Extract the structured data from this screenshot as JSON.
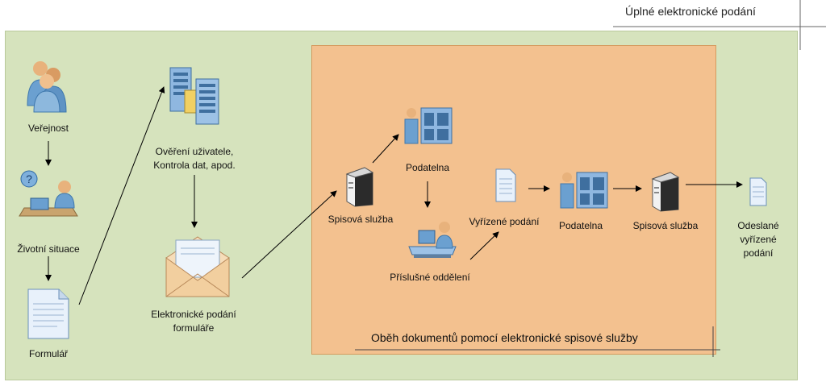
{
  "header": {
    "title": "Úplné elektronické podání"
  },
  "nodes": {
    "verejnost": "Veřejnost",
    "zivotni_situace": "Životní situace",
    "formular": "Formulář",
    "overeni_line1": "Ověření uživatele,",
    "overeni_line2": "Kontrola dat, apod.",
    "el_podani_line1": "Elektronické podání",
    "el_podani_line2": "formuláře",
    "spisova_sluzba_1": "Spisová služba",
    "podatelna_1": "Podatelna",
    "prislusne_oddeleni": "Příslušné oddělení",
    "vyrizene_podani": "Vyřízené podání",
    "podatelna_2": "Podatelna",
    "spisova_sluzba_2": "Spisová služba",
    "odeslane_line1": "Odeslané",
    "odeslane_line2": "vyřízené",
    "odeslane_line3": "podání"
  },
  "caption": "Oběh dokumentů pomocí elektronické spisové služby",
  "icons": [
    "users-icon",
    "helpdesk-person-icon",
    "document-icon",
    "server-rack-icon",
    "envelope-icon",
    "server-icon",
    "operator-rack-icon",
    "workstation-icon",
    "document-icon",
    "operator-rack-icon",
    "server-icon",
    "document-icon"
  ],
  "colors": {
    "outer_area": "#d6e3bd",
    "inner_area": "#f3c18f"
  }
}
